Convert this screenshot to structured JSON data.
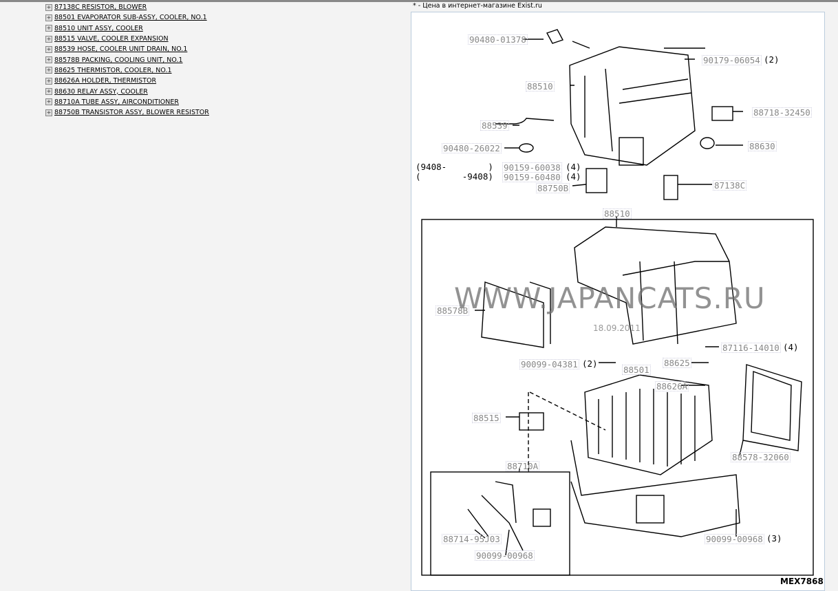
{
  "tree": [
    "87138C RESISTOR, BLOWER",
    "88501 EVAPORATOR SUB-ASSY, COOLER, NO.1",
    "88510 UNIT ASSY, COOLER",
    "88515 VALVE, COOLER EXPANSION",
    "88539 HOSE, COOLER UNIT DRAIN, NO.1",
    "88578B PACKING, COOLING UNIT, NO.1",
    "88625 THERMISTOR, COOLER, NO.1",
    "88626A HOLDER, THERMISTOR",
    "88630 RELAY ASSY, COOLER",
    "88710A TUBE ASSY, AIRCONDITIONER",
    "88750B TRANSISTOR ASSY, BLOWER RESISTOR"
  ],
  "price_note": "* - Цена в интернет-магазине Exist.ru",
  "diagram": {
    "labels": [
      "90480-01378",
      "90179-06054",
      "88510",
      "88718-32450",
      "88539",
      "90480-26022",
      "88630",
      "90159-60038",
      "90159-60480",
      "88750B",
      "87138C",
      "88510",
      "88578B",
      "87116-14010",
      "88625",
      "90099-04381",
      "88501",
      "88626A",
      "88515",
      "88578-32060",
      "88710A",
      "88714-95J03",
      "90099-00968",
      "90099-00968"
    ],
    "qty": [
      "(2)",
      "(4)",
      "(4)",
      "(4)",
      "(2)",
      "(3)"
    ],
    "date_ranges": [
      "(9408-        )",
      "(        -9408)"
    ],
    "watermark": "WWW.JAPANCATS.RU",
    "date": "18.09.2011",
    "code": "MEX7868"
  }
}
